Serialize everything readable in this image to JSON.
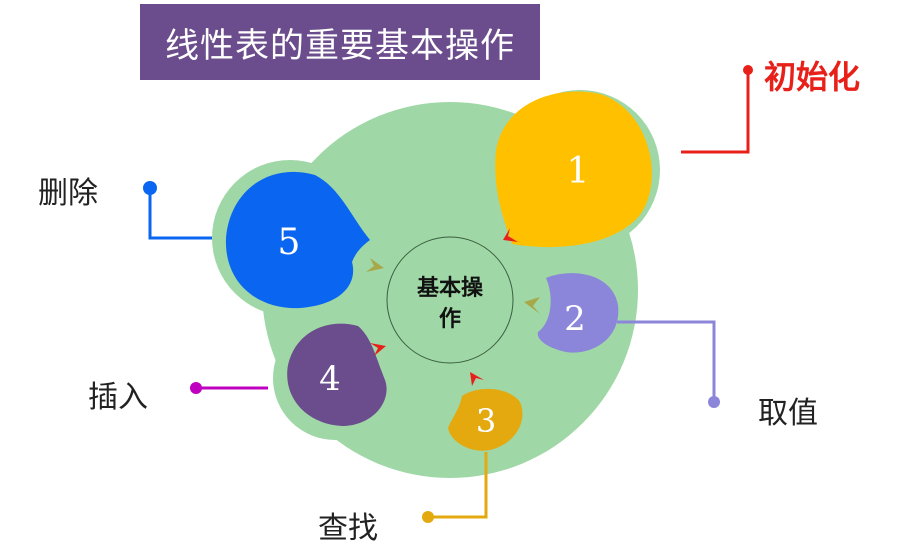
{
  "title": "线性表的重要基本操作",
  "center": {
    "line1": "基本操",
    "line2": "作"
  },
  "operations": [
    {
      "number": "1",
      "label": "初始化",
      "color": "#ffc000"
    },
    {
      "number": "2",
      "label": "取值",
      "color": "#8b86d9"
    },
    {
      "number": "3",
      "label": "查找",
      "color": "#e3a90e"
    },
    {
      "number": "4",
      "label": "插入",
      "color": "#6b4c8c"
    },
    {
      "number": "5",
      "label": "删除",
      "color": "#0a66f0"
    }
  ],
  "colors": {
    "background_circle": "#9fd8a6",
    "title_bg": "#6b4c8c",
    "init_connector": "#e8201a",
    "get_connector": "#8b86d9",
    "find_connector": "#e3a90e",
    "insert_connector": "#c000c0",
    "delete_connector": "#0a66f0"
  }
}
